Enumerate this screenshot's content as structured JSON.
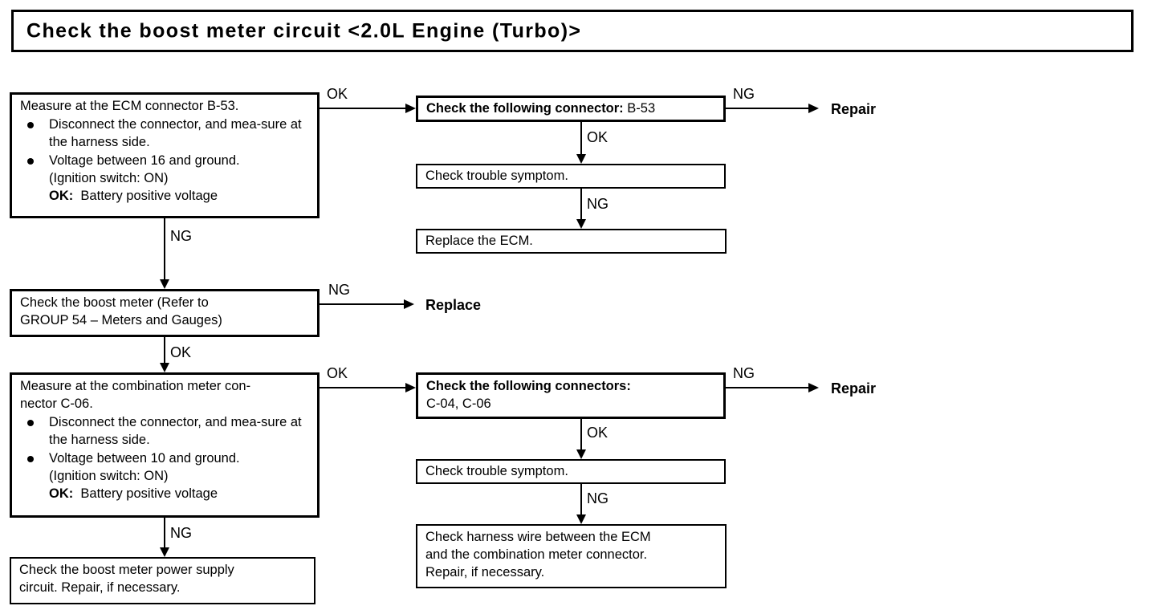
{
  "title": "Check the boost meter circuit <2.0L Engine (Turbo)>",
  "boxes": {
    "measure_ecm": {
      "header": "Measure at the ECM connector B-53.",
      "bullets": [
        "Disconnect the connector, and mea-sure at the harness side.",
        "Voltage between 16 and ground."
      ],
      "note": "(Ignition switch: ON)",
      "ok_label": "OK:",
      "ok_value": "Battery positive voltage"
    },
    "check_connector_b53": {
      "bold_part": "Check the following connector:",
      "plain_part": "B-53"
    },
    "check_trouble_symptom_1": {
      "text": "Check trouble symptom."
    },
    "replace_ecm": {
      "text": "Replace the ECM."
    },
    "check_boost_meter": {
      "line1": "Check the boost meter (Refer to",
      "line2": "GROUP 54 – Meters and Gauges)"
    },
    "measure_combination_meter": {
      "header_line1": "Measure at the combination meter con-",
      "header_line2": "nector C-06.",
      "bullets": [
        "Disconnect the connector, and mea-sure at the harness side.",
        "Voltage between 10 and ground."
      ],
      "note": "(Ignition switch: ON)",
      "ok_label": "OK:",
      "ok_value": "Battery positive voltage"
    },
    "check_connectors_c04_c06": {
      "bold_part": "Check the following connectors:",
      "plain_part": "C-04, C-06"
    },
    "check_trouble_symptom_2": {
      "text": "Check trouble symptom."
    },
    "check_harness_wire": {
      "line1": "Check harness wire between the ECM",
      "line2": "and the combination meter connector.",
      "line3": "Repair, if necessary."
    },
    "check_power_supply": {
      "line1": "Check the boost meter power supply",
      "line2": "circuit. Repair, if necessary."
    }
  },
  "edge_labels": {
    "ecm_to_connector": "OK",
    "ecm_to_boost_meter": "NG",
    "connector_b53_to_repair": "NG",
    "connector_b53_to_symptom": "OK",
    "symptom1_to_replace_ecm": "NG",
    "boost_meter_to_replace": "NG",
    "boost_meter_to_measure_cm": "OK",
    "measure_cm_to_connectors": "OK",
    "measure_cm_to_power_supply": "NG",
    "connectors_to_repair": "NG",
    "connectors_to_symptom": "OK",
    "symptom2_to_harness": "NG"
  },
  "terminals": {
    "repair_top": "Repair",
    "replace_meter": "Replace",
    "repair_bottom": "Repair"
  }
}
